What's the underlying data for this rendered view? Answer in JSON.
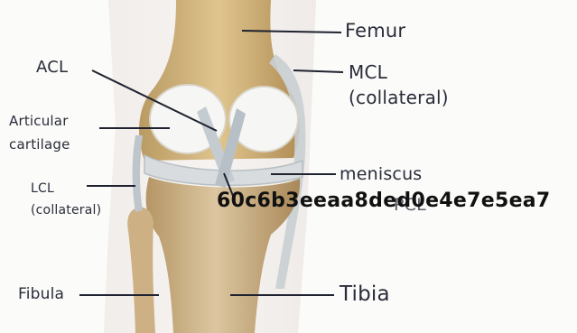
{
  "labels": {
    "femur": "Femur",
    "mcl_line1": "MCL",
    "mcl_line2": "(collateral)",
    "acl": "ACL",
    "articular_line1": "Articular",
    "articular_line2": "cartilage",
    "meniscus": "meniscus",
    "lcl_line1": "LCL",
    "lcl_line2": "(collateral)",
    "pcl": "PCL",
    "overlay_hash": "60c6b3eeaa8ded0e4e7e5ea7",
    "fibula": "Fibula",
    "tibia": "Tibia"
  },
  "colors": {
    "bone": "#c9a66b",
    "cartilage": "#f4f4f2",
    "ligament": "#bfc7cc",
    "leader_line": "#1f2230",
    "background": "#fbfbf9"
  }
}
